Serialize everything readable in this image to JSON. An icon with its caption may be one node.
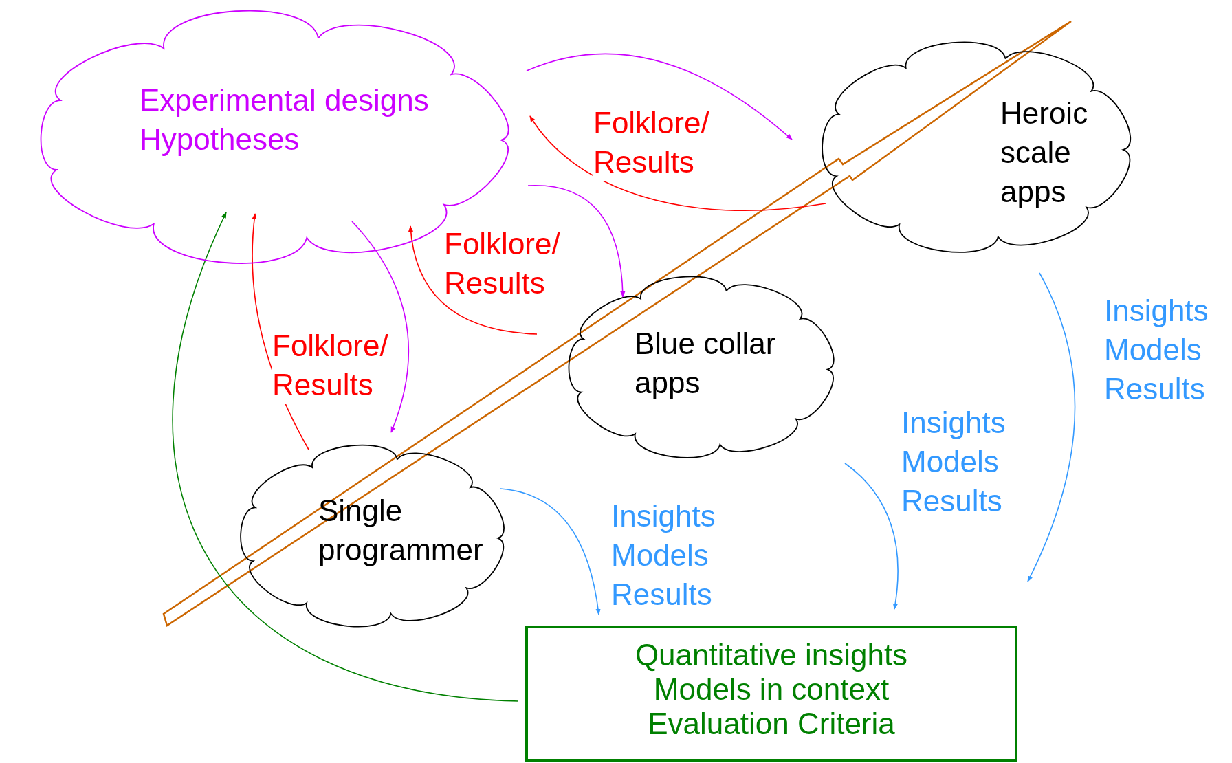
{
  "diagram": {
    "nodes": [
      {
        "text": [
          "Experimental designs",
          "Hypotheses"
        ]
      },
      {
        "text": [
          "Heroic scale apps"
        ]
      },
      {
        "text": [
          "Blue collar apps"
        ]
      },
      {
        "text": [
          "Single programmer"
        ]
      },
      {
        "text": [
          "Quantitative insights",
          "Models in context",
          "Evaluation Criteria"
        ]
      }
    ],
    "edges": [
      {
        "from": 0,
        "to": 1,
        "arrow": "to",
        "color": "#cc00ff"
      },
      {
        "from": 1,
        "to": 0,
        "arrow": "to",
        "label": "Folklore/ Results",
        "color": "#ff0000"
      },
      {
        "from": 0,
        "to": 2,
        "arrow": "to",
        "color": "#cc00ff"
      },
      {
        "from": 2,
        "to": 0,
        "arrow": "to",
        "label": "Folklore/ Results",
        "color": "#ff0000"
      },
      {
        "from": 0,
        "to": 3,
        "arrow": "to",
        "color": "#cc00ff"
      },
      {
        "from": 3,
        "to": 0,
        "arrow": "to",
        "label": "Folklore/ Results",
        "color": "#ff0000"
      },
      {
        "from": 4,
        "to": 0,
        "arrow": "to",
        "color": "#008000"
      },
      {
        "from": 3,
        "to": 4,
        "arrow": "to",
        "label": "Insights Models Results",
        "color": "#3399ff"
      },
      {
        "from": 2,
        "to": 4,
        "arrow": "to",
        "label": "Insights Models Results",
        "color": "#3399ff"
      },
      {
        "from": 1,
        "to": 4,
        "arrow": "to",
        "label": "Insights Models Results",
        "color": "#3399ff"
      }
    ]
  }
}
